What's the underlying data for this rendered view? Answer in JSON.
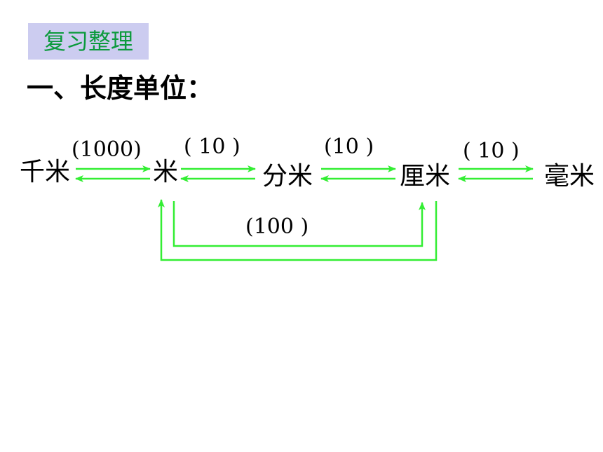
{
  "header": {
    "tag": "复习整理",
    "title": "一、长度单位："
  },
  "units": {
    "km": "千米",
    "m": "米",
    "dm": "分米",
    "cm": "厘米",
    "mm": "毫米"
  },
  "rates": {
    "km_m": "1000",
    "m_dm": "10",
    "dm_cm": "10",
    "cm_mm": "10",
    "m_cm": "100"
  },
  "colors": {
    "tag_background": "#ccccf0",
    "tag_text": "#0b9a3c",
    "arrow": "#33ee33",
    "text": "#000000"
  }
}
